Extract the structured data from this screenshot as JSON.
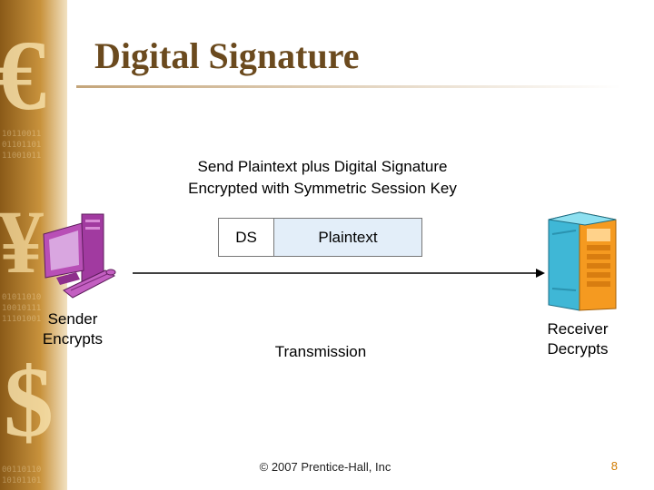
{
  "slide": {
    "title": "Digital Signature",
    "caption_line1": "Send Plaintext plus Digital Signature",
    "caption_line2": "Encrypted with Symmetric Session Key",
    "packet": {
      "ds_label": "DS",
      "plaintext_label": "Plaintext"
    },
    "sender": {
      "line1": "Sender",
      "line2": "Encrypts",
      "icon": "desktop-computer-icon"
    },
    "receiver": {
      "line1": "Receiver",
      "line2": "Decrypts",
      "icon": "server-icon"
    },
    "transmission_label": "Transmission",
    "footer": "© 2007 Prentice-Hall, Inc",
    "page_number": "8"
  },
  "colors": {
    "title": "#6b4a1e",
    "page_number": "#d07b00",
    "plaintext_fill": "#e3eef9",
    "sidebar": "#a8742a"
  }
}
